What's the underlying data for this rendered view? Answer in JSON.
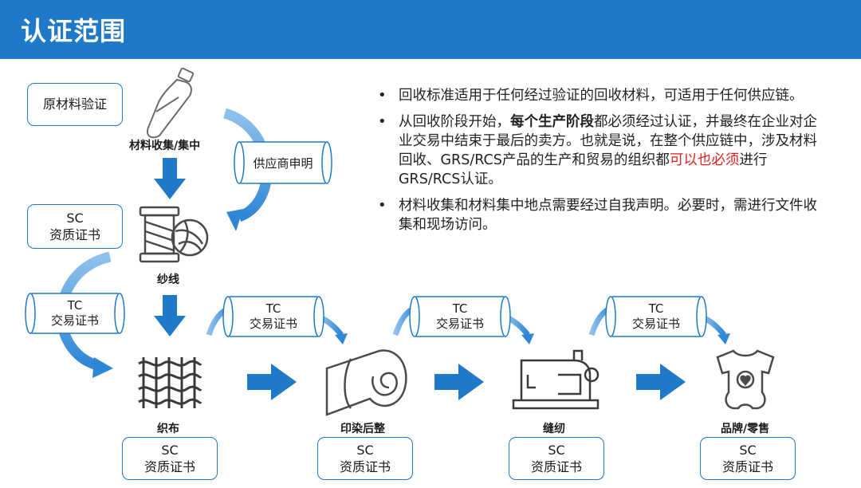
{
  "header": {
    "title": "认证范围"
  },
  "left_labels": {
    "raw_material_verification": "原材料验证",
    "left_sc": {
      "line1": "SC",
      "line2": "资质证书"
    },
    "left_tc": {
      "line1": "TC",
      "line2": "交易证书"
    },
    "supplier_declaration": "供应商申明"
  },
  "stages": {
    "collection": "材料收集/集中",
    "yarn": "纱线",
    "weaving": "织布",
    "dyeing": "印染后整",
    "sewing": "缝纫",
    "brand": "品牌/零售"
  },
  "sc_cert": {
    "line1": "SC",
    "line2": "资质证书"
  },
  "tc_cert": {
    "line1": "TC",
    "line2": "交易证书"
  },
  "bullets": {
    "b1": "回收标准适用于任何经过验证的回收材料，可适用于任何供应链。",
    "b2_pre": "从回收阶段开始，",
    "b2_bold": "每个生产阶段",
    "b2_mid": "都必须经过认证，并最终在企业对企业交易中结束于最后的卖方。也就是说，在整个供应链中，涉及材料回收、GRS/RCS产品的生产和贸易的组织都",
    "b2_red": "可以也必须",
    "b2_post": "进行GRS/RCS认证。",
    "b3": "材料收集和材料集中地点需要经过自我声明。必要时，需进行文件收集和现场访问。"
  },
  "colors": {
    "brand_blue": "#1f78c8",
    "highlight_red": "#e02020"
  }
}
